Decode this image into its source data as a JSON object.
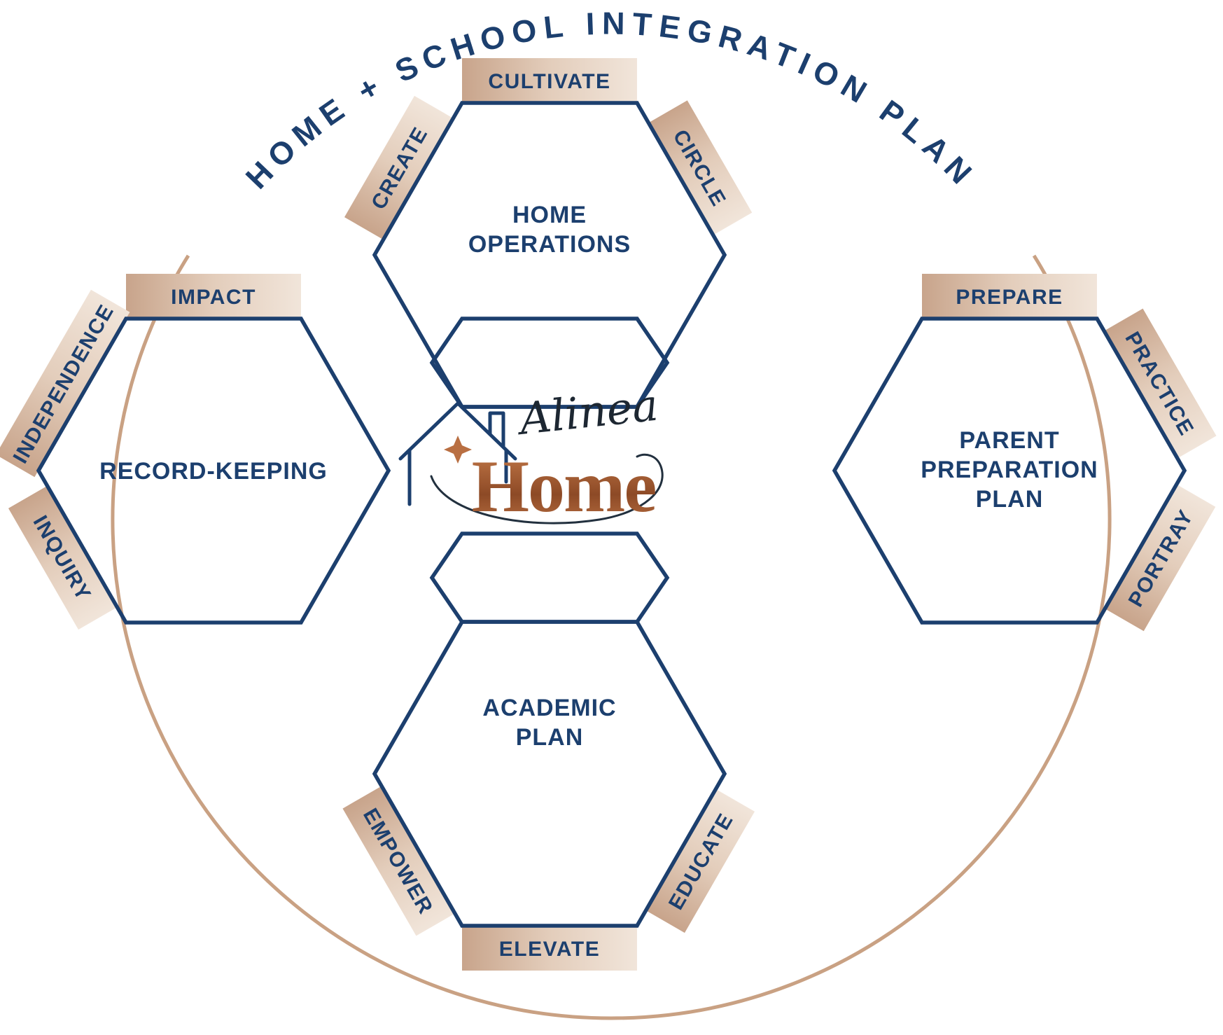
{
  "title_arc": "HOME + SCHOOL INTEGRATION PLAN",
  "colors": {
    "navy": "#1c3f6e",
    "ribbon_tan_dark": "#cba78e",
    "ribbon_tan_light": "#f0e4d8",
    "ring_tan": "#c9a183",
    "copper": "#a05a31"
  },
  "hexagons": {
    "top": {
      "lines": [
        "HOME",
        "OPERATIONS"
      ]
    },
    "left": {
      "lines": [
        "RECORD-KEEPING"
      ]
    },
    "right": {
      "lines": [
        "PARENT",
        "PREPARATION",
        "PLAN"
      ]
    },
    "bottom": {
      "lines": [
        "ACADEMIC",
        "PLAN"
      ]
    }
  },
  "ribbons": {
    "cultivate": "CULTIVATE",
    "create": "CREATE",
    "circle": "CIRCLE",
    "impact": "IMPACT",
    "independence": "INDEPENDENCE",
    "inquiry": "INQUIRY",
    "prepare": "PREPARE",
    "practice": "PRACTICE",
    "portray": "PORTRAY",
    "elevate": "ELEVATE",
    "empower": "EMPOWER",
    "educate": "EDUCATE"
  },
  "logo": {
    "script": "Alinea",
    "word": "Home"
  }
}
